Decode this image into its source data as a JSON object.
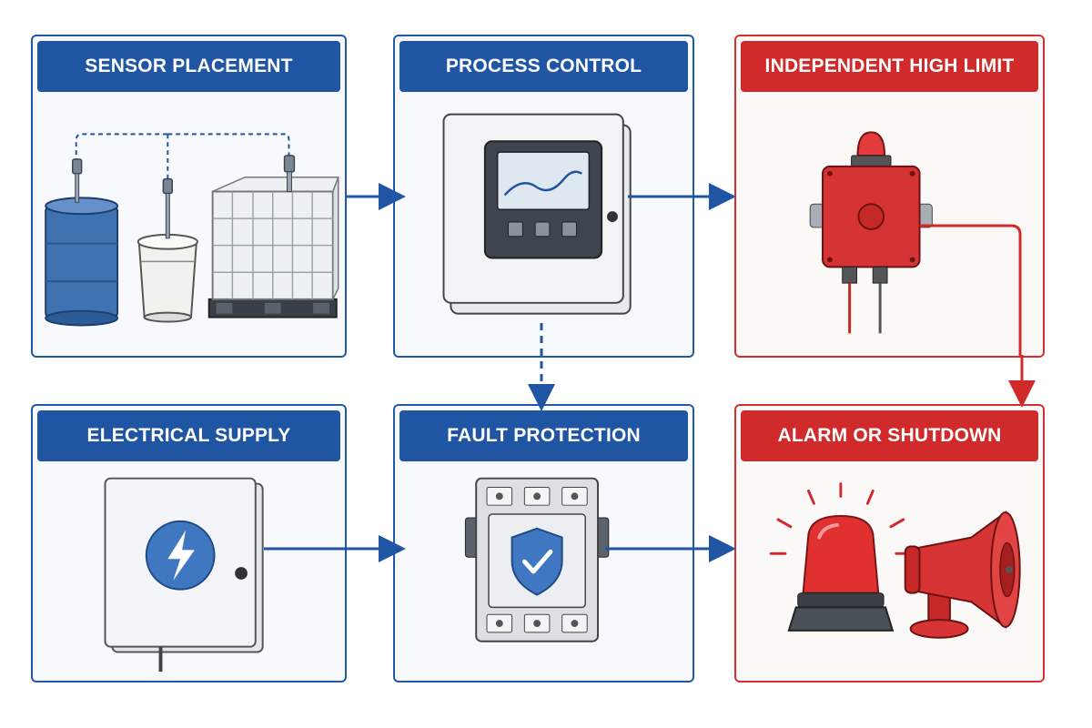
{
  "panels": {
    "sensor_placement": {
      "title": "SENSOR PLACEMENT"
    },
    "process_control": {
      "title": "PROCESS CONTROL"
    },
    "independent_high_limit": {
      "title": "INDEPENDENT HIGH LIMIT"
    },
    "electrical_supply": {
      "title": "ELECTRICAL SUPPLY"
    },
    "fault_protection": {
      "title": "FAULT PROTECTION"
    },
    "alarm_or_shutdown": {
      "title": "ALARM OR SHUTDOWN"
    }
  },
  "colors": {
    "blue": "#1f55a3",
    "red": "#d12a2a",
    "border_blue": "#1f5aa6",
    "border_red": "#d32f2f"
  },
  "icons": {
    "sensor_placement": [
      "drum-icon",
      "bucket-icon",
      "ibc-tote-icon",
      "level-sensor-icon"
    ],
    "process_control": [
      "control-panel-icon",
      "trend-display-icon"
    ],
    "independent_high_limit": [
      "beacon-junction-box-icon"
    ],
    "electrical_supply": [
      "electrical-enclosure-icon",
      "lightning-bolt-icon"
    ],
    "fault_protection": [
      "circuit-breaker-icon",
      "shield-check-icon"
    ],
    "alarm_or_shutdown": [
      "alarm-beacon-icon",
      "horn-speaker-icon"
    ]
  }
}
